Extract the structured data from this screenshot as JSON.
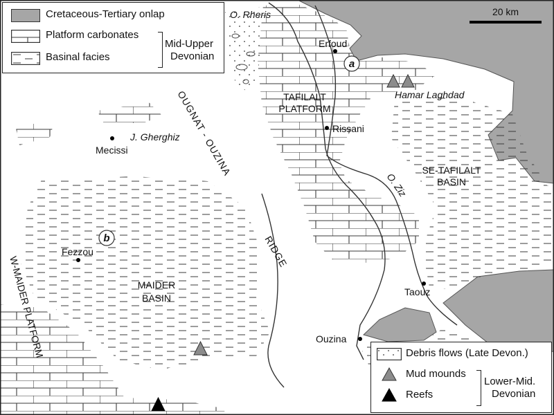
{
  "legend_top": {
    "items": [
      {
        "label": "Cretaceous-Tertiary onlap",
        "fill": "#a6a6a6"
      },
      {
        "label": "Platform carbonates"
      },
      {
        "label": "Basinal facies"
      }
    ],
    "group_label_line1": "Mid-Upper",
    "group_label_line2": "Devonian"
  },
  "legend_bottom": {
    "items": [
      {
        "label": "Debris flows (Late Devon.)"
      },
      {
        "label": "Mud mounds",
        "color": "#8c8c8c"
      },
      {
        "label": "Reefs",
        "color": "#000000"
      }
    ],
    "group_label_line1": "Lower-Mid.",
    "group_label_line2": "Devonian"
  },
  "scale_bar": {
    "label": "20 km"
  },
  "places": {
    "rheris": "O. Rheris",
    "erfoud": "Erfoud",
    "marker_a": "a",
    "tafilalt1": "TAFILALT",
    "tafilalt2": "PLATFORM",
    "hamar": "Hamar Laghdad",
    "rissani": "Rissani",
    "gherghiz": "J. Gherghiz",
    "mecissi": "Mecissi",
    "ridge_1": "OUGNAT - OUZINA",
    "ridge_2": "RIDGE",
    "ziz": "O. Ziz",
    "se1": "SE-TAFILALT",
    "se2": "BASIN",
    "marker_b": "b",
    "fezzou": "Fezzou",
    "maider1": "MAIDER",
    "maider2": "BASIN",
    "wmaider": "W-MAIDER PLATFORM",
    "taouz": "Taouz",
    "ouzina": "Ouzina"
  },
  "colors": {
    "onlap": "#a6a6a6",
    "line": "#333333"
  }
}
